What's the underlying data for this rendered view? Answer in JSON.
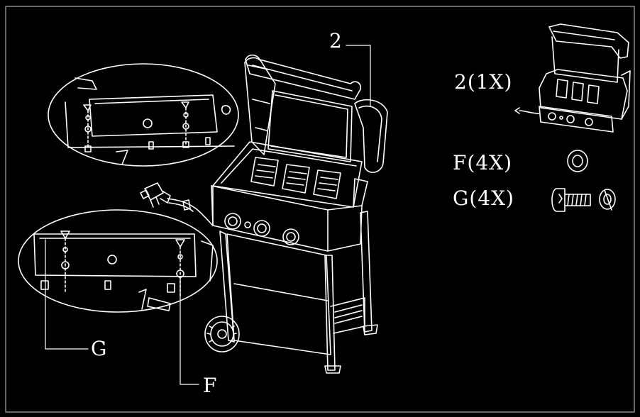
{
  "labels": {
    "part_2": "2",
    "part_g": "G",
    "part_f": "F",
    "qty_part_2": "2(1X)",
    "qty_part_f": "F(4X)",
    "qty_part_g": "G(4X)"
  },
  "colors": {
    "background": "#000000",
    "line": "#ffffff"
  }
}
